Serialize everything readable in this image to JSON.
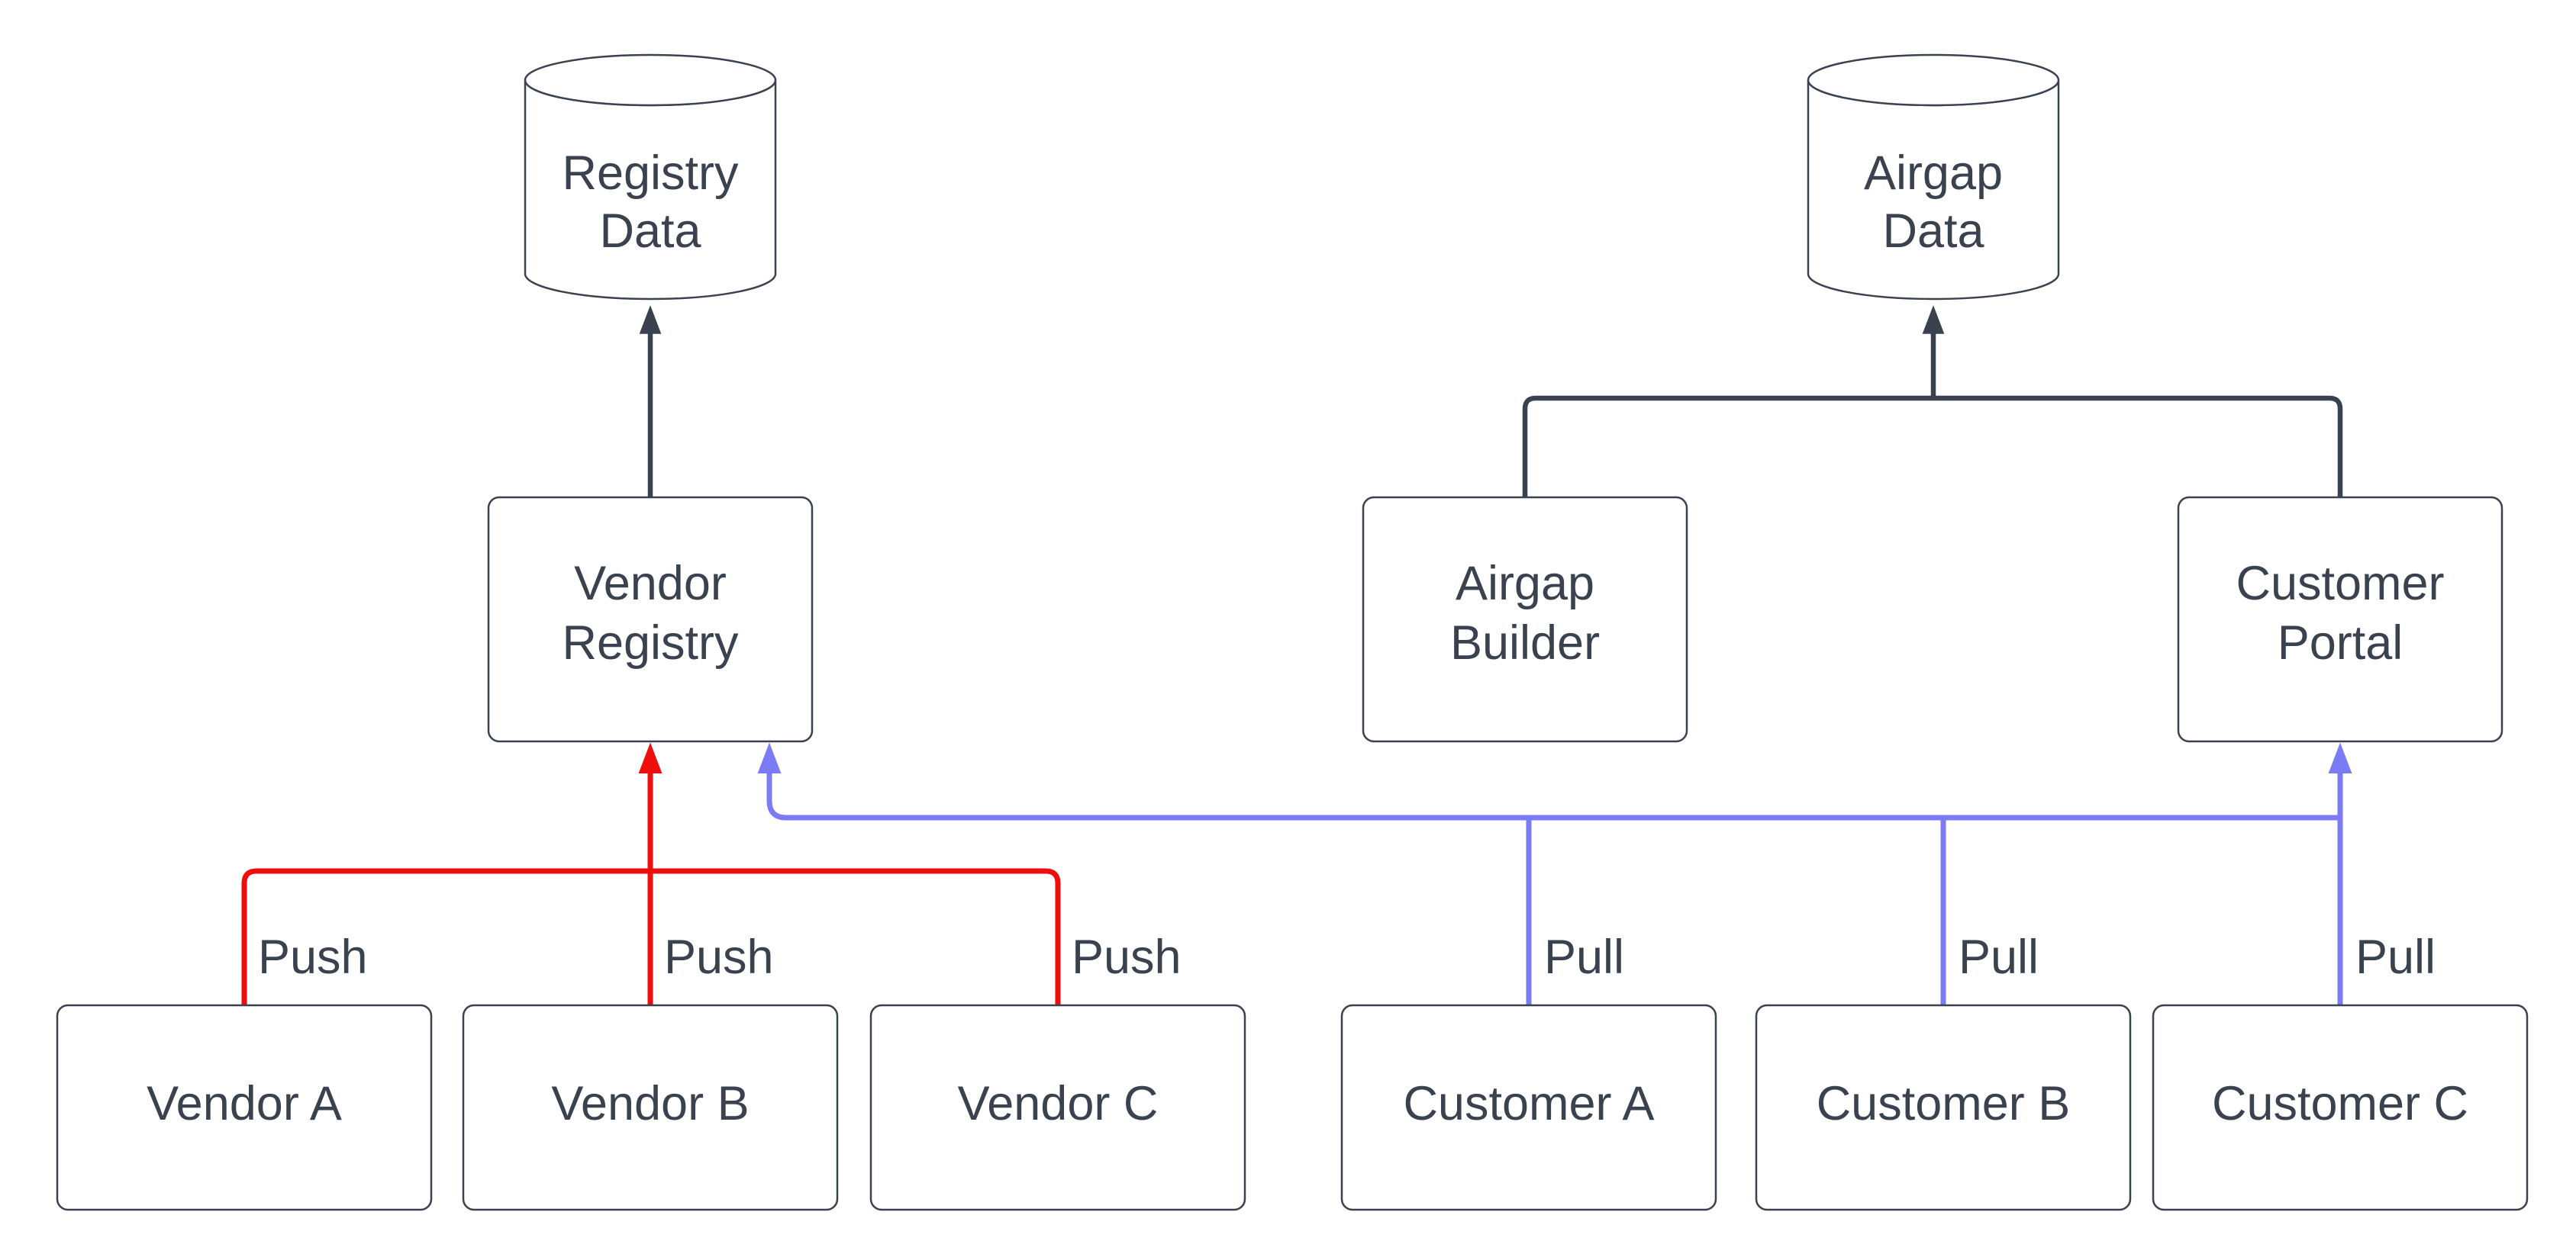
{
  "colors": {
    "background": "#ffffff",
    "ink": "#39424e",
    "push_red": "#ee0e0e",
    "pull_blue": "#7b7bf5"
  },
  "nodes": {
    "registry_data": {
      "line1": "Registry",
      "line2": "Data"
    },
    "airgap_data": {
      "line1": "Airgap",
      "line2": "Data"
    },
    "vendor_registry": {
      "line1": "Vendor",
      "line2": "Registry"
    },
    "airgap_builder": {
      "line1": "Airgap",
      "line2": "Builder"
    },
    "customer_portal": {
      "line1": "Customer",
      "line2": "Portal"
    },
    "vendor_a": {
      "label": "Vendor A"
    },
    "vendor_b": {
      "label": "Vendor B"
    },
    "vendor_c": {
      "label": "Vendor C"
    },
    "customer_a": {
      "label": "Customer A"
    },
    "customer_b": {
      "label": "Customer B"
    },
    "customer_c": {
      "label": "Customer C"
    }
  },
  "edges": {
    "push_a": {
      "label": "Push"
    },
    "push_b": {
      "label": "Push"
    },
    "push_c": {
      "label": "Push"
    },
    "pull_a": {
      "label": "Pull"
    },
    "pull_b": {
      "label": "Pull"
    },
    "pull_c": {
      "label": "Pull"
    }
  }
}
